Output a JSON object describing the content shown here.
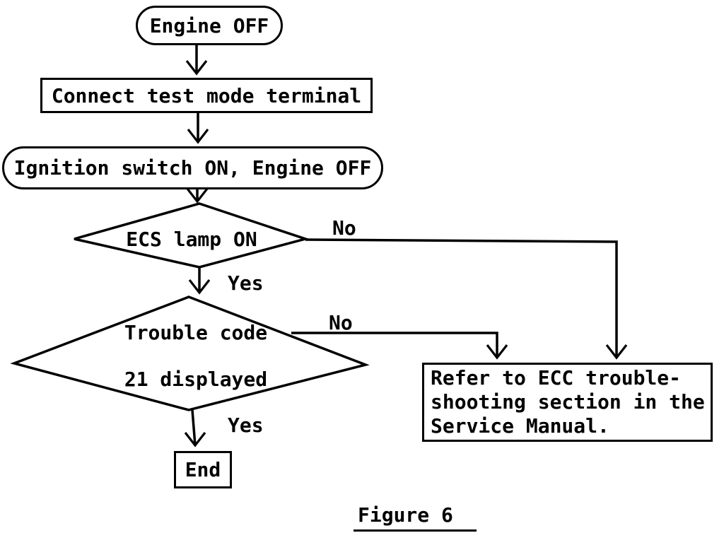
{
  "figure": {
    "caption": "Figure 6"
  },
  "flowchart": {
    "nodes": {
      "engine_off": {
        "type": "terminal",
        "label": "Engine OFF"
      },
      "connect": {
        "type": "process",
        "label": "Connect test mode terminal"
      },
      "ignition": {
        "type": "terminal",
        "label": "Ignition switch ON, Engine OFF"
      },
      "ecs_lamp": {
        "type": "decision",
        "label": "ECS lamp ON"
      },
      "trouble_code": {
        "type": "decision",
        "line1": "Trouble code",
        "line2": "21 displayed"
      },
      "refer": {
        "type": "process",
        "line1": "Refer to ECC trouble-",
        "line2": "shooting section in the",
        "line3": "Service Manual."
      },
      "end": {
        "type": "process",
        "label": "End"
      }
    },
    "edge_labels": {
      "ecs_no": "No",
      "ecs_yes": "Yes",
      "trouble_no": "No",
      "trouble_yes": "Yes"
    },
    "colors": {
      "ink": "#000000",
      "paper": "#ffffff"
    }
  }
}
